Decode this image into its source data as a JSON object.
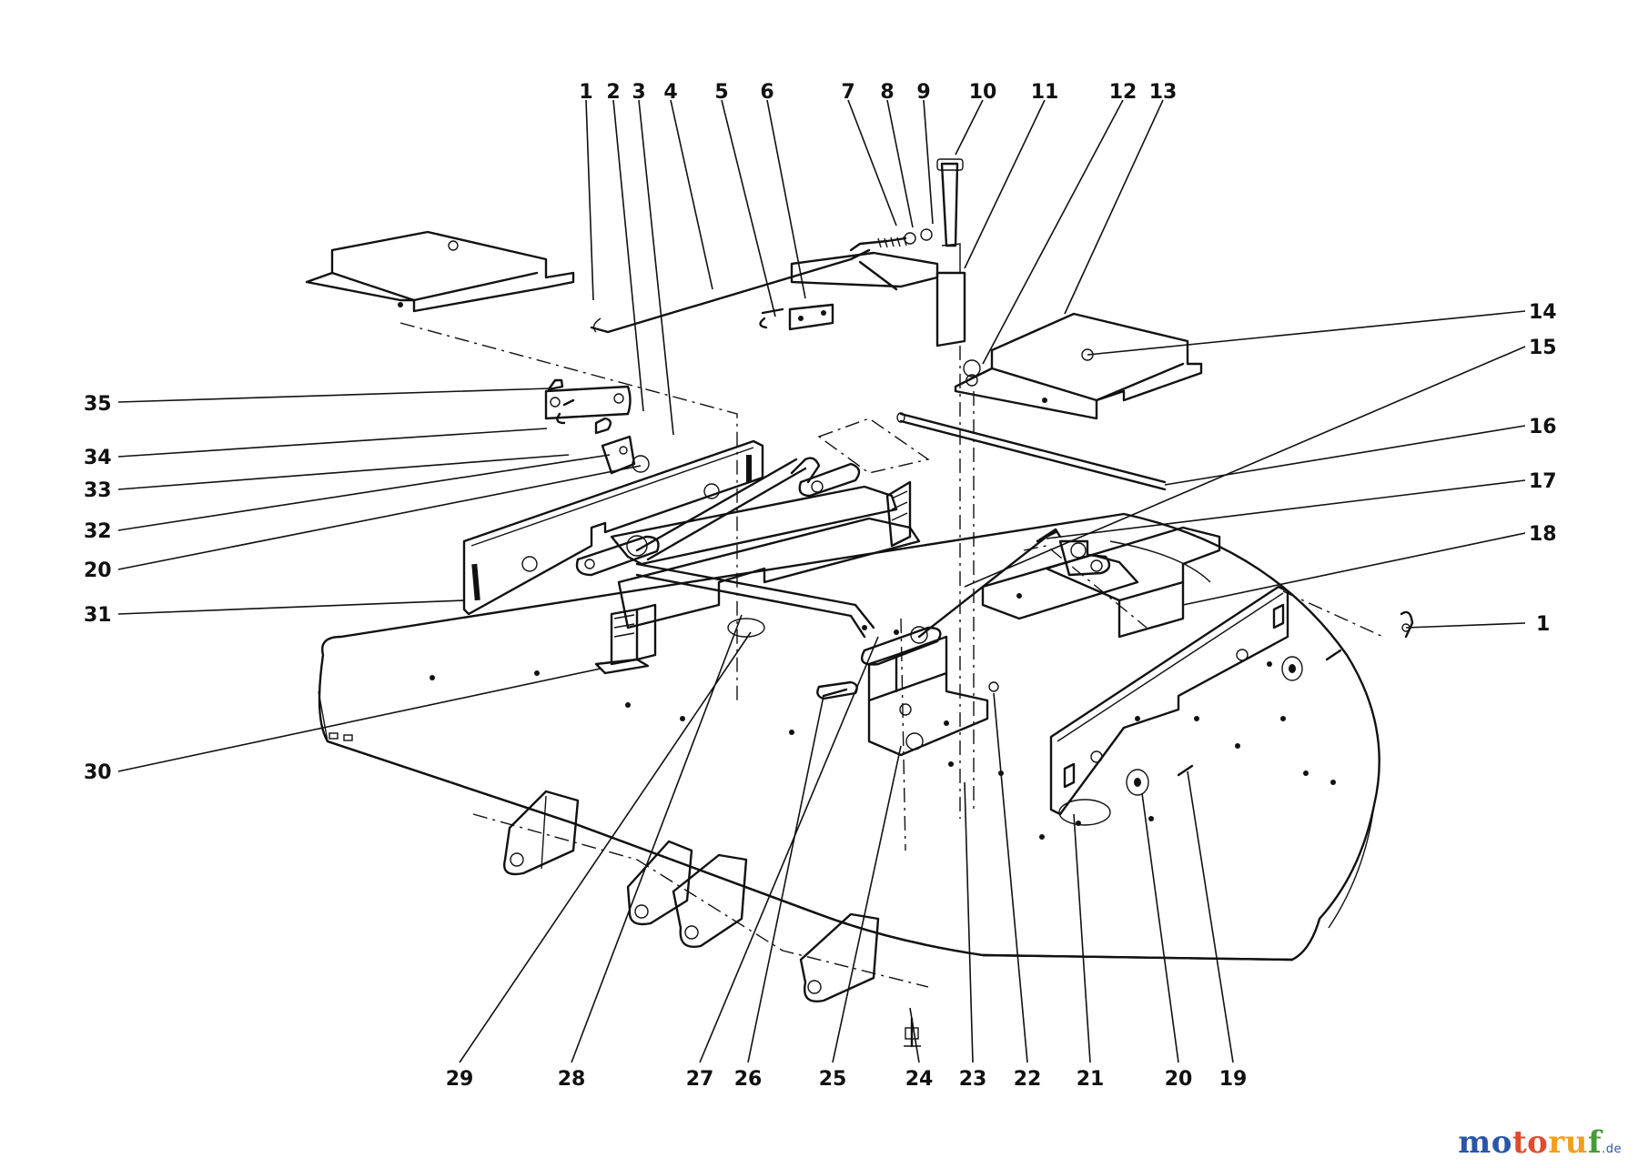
{
  "callouts": {
    "top": [
      "1",
      "2",
      "3",
      "4",
      "5",
      "6",
      "7",
      "8",
      "9",
      "10",
      "11",
      "12",
      "13"
    ],
    "right": [
      "14",
      "15",
      "16",
      "17",
      "18",
      "1"
    ],
    "left": [
      "35",
      "34",
      "33",
      "32",
      "20",
      "31",
      "30"
    ],
    "bottom": [
      "29",
      "28",
      "27",
      "26",
      "25",
      "24",
      "23",
      "22",
      "21",
      "20",
      "19"
    ]
  },
  "watermark": {
    "part1": "mo",
    "part2": "to",
    "part3": "ru",
    "part4": "f",
    "suffix": ".de"
  }
}
